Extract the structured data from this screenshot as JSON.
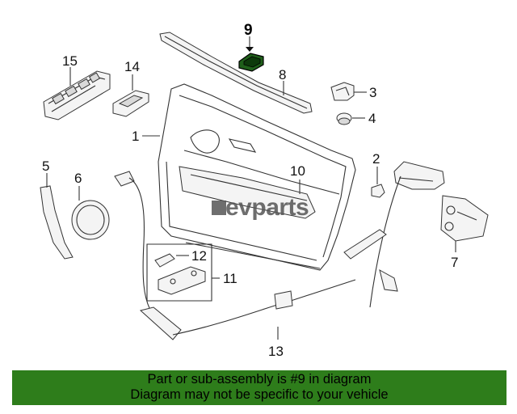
{
  "diagram": {
    "callouts": {
      "c1": "1",
      "c2": "2",
      "c3": "3",
      "c4": "4",
      "c5": "5",
      "c6": "6",
      "c7": "7",
      "c8": "8",
      "c9": "9",
      "c10": "10",
      "c11": "11",
      "c12": "12",
      "c13": "13",
      "c14": "14",
      "c15": "15"
    },
    "highlighted_part": "9",
    "watermark": "evparts"
  },
  "footer": {
    "line1": "Part or sub-assembly is #9 in diagram",
    "line2": "Diagram may not be specific to your vehicle",
    "background_color": "#2e7d1b"
  }
}
